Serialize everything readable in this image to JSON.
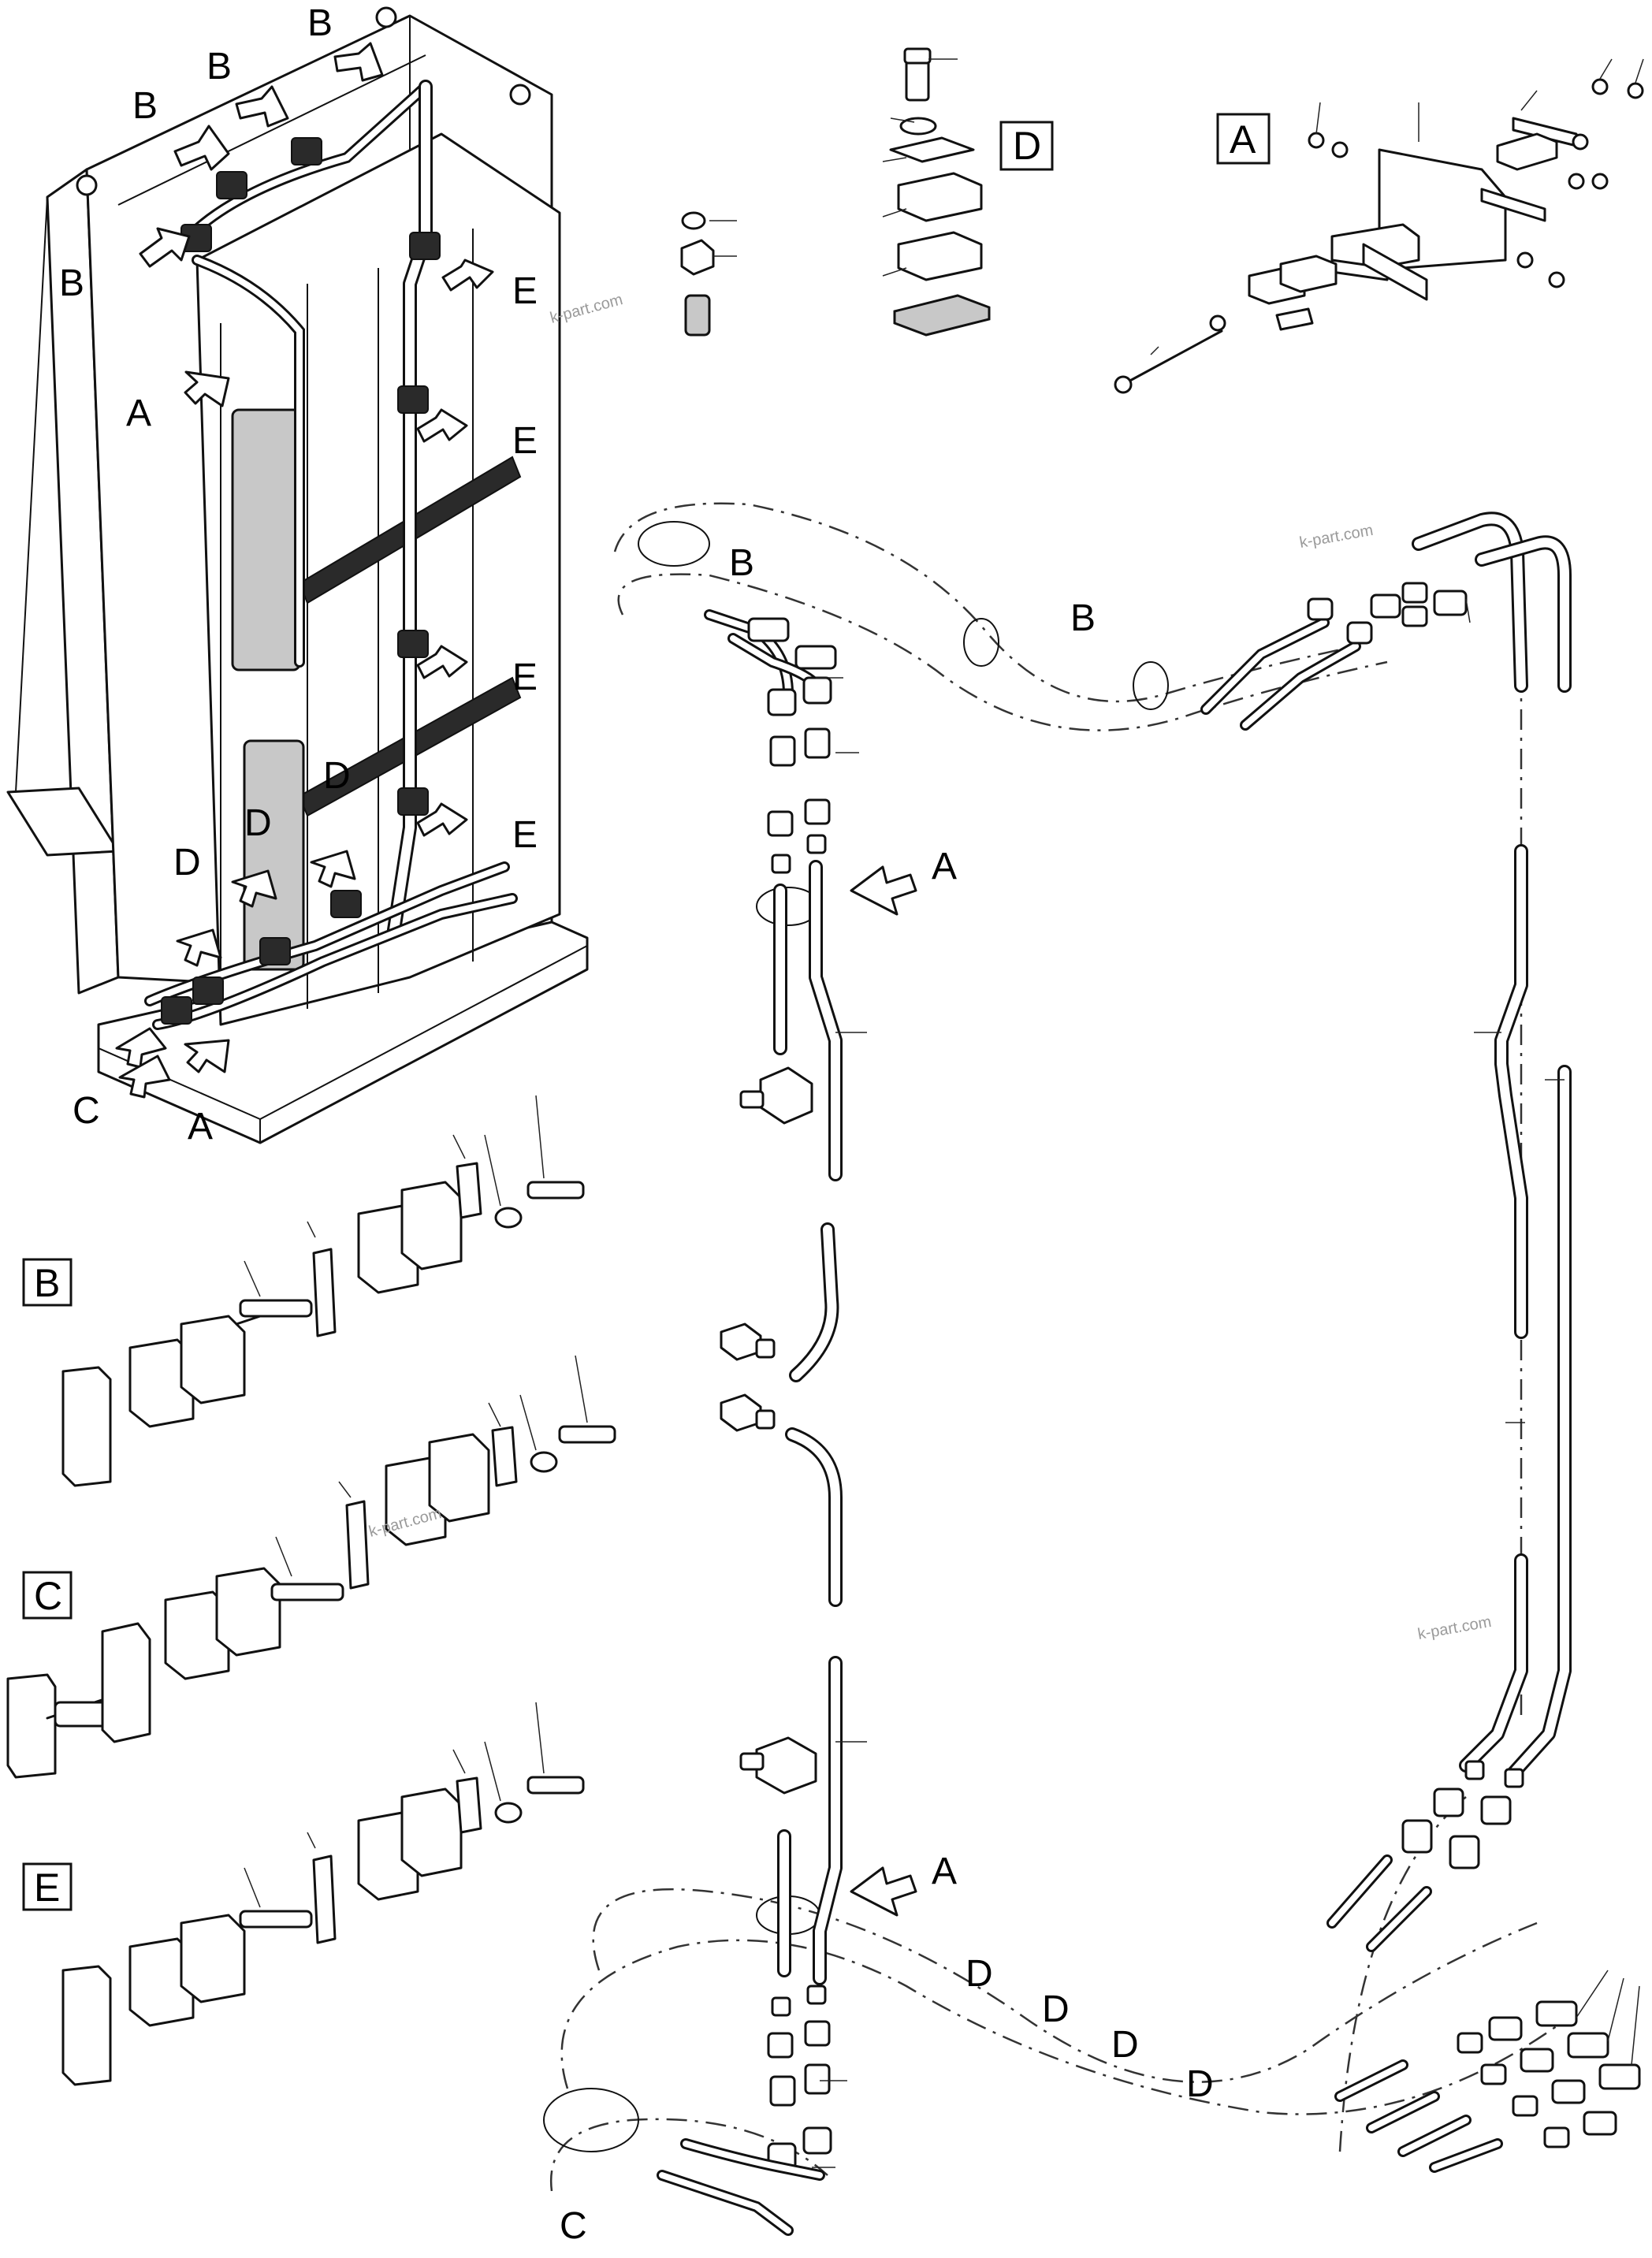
{
  "labels": {
    "a": "A",
    "b": "B",
    "c": "C",
    "d": "D",
    "e": "E"
  },
  "watermark": "k-part.com"
}
